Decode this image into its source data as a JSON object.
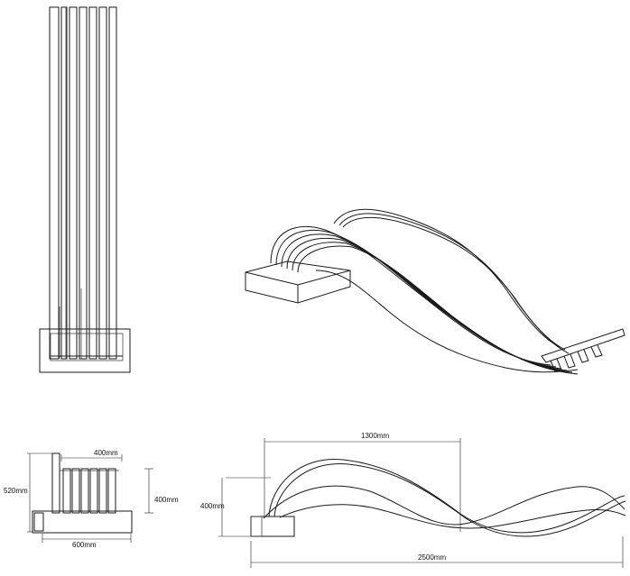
{
  "dimensions": {
    "side_height": "520mm",
    "side_width": "600mm",
    "side_top_width": "400mm",
    "side_right_height": "400mm",
    "front_length_top": "1300mm",
    "front_height": "400mm",
    "front_length_total": "2500mm"
  }
}
